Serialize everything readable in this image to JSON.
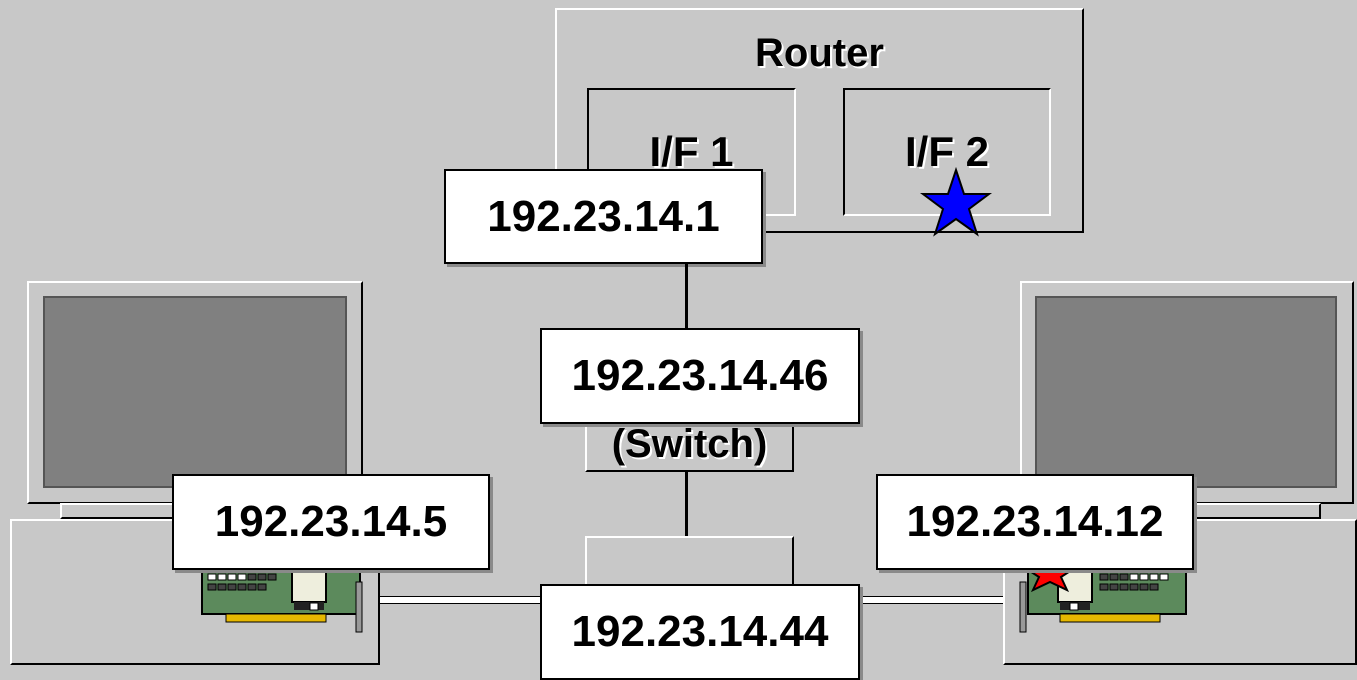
{
  "router": {
    "title": "Router",
    "if1_label": "I/F 1",
    "if2_label": "I/F 2",
    "if1_address": "192.23.14.1"
  },
  "switch": {
    "address": "192.23.14.46",
    "label": "(Switch)",
    "lower_address": "192.23.14.44"
  },
  "hosts": {
    "left_address": "192.23.14.5",
    "right_address": "192.23.14.12"
  },
  "markers": {
    "blue_star_color": "#0000ff",
    "red_star_color": "#ff0000"
  }
}
